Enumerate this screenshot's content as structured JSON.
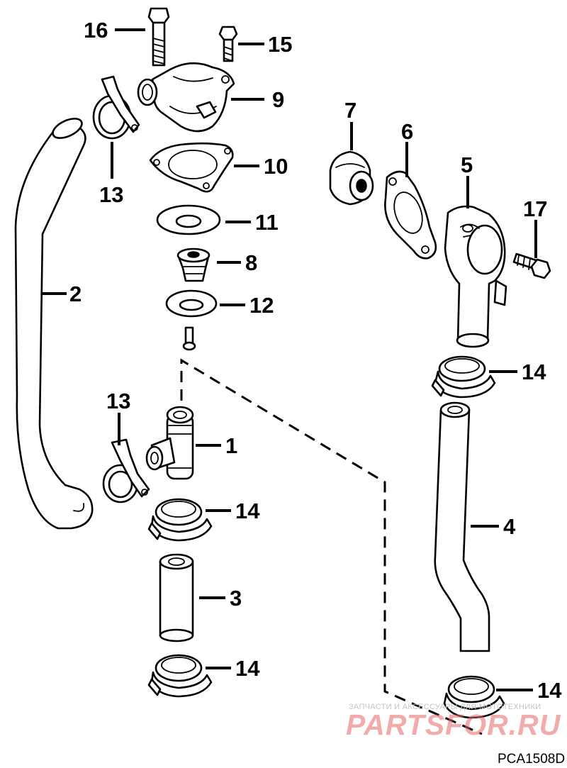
{
  "diagram": {
    "callouts": {
      "c1": "1",
      "c2": "2",
      "c3": "3",
      "c4": "4",
      "c5": "5",
      "c6": "6",
      "c7": "7",
      "c8": "8",
      "c9": "9",
      "c10": "10",
      "c11": "11",
      "c12": "12",
      "c13a": "13",
      "c13b": "13",
      "c14a": "14",
      "c14b": "14",
      "c14c": "14",
      "c14d": "14",
      "c15": "15",
      "c16": "16",
      "c17": "17"
    },
    "figure_code": "PCA1508D"
  },
  "watermark": {
    "line1": "ЗАПЧАСТИ И АКСЕССУАРЫ ДЛЯ МОТОТЕХНИКИ",
    "line2": "PARTSFOR.RU",
    "color": "#e46a6a"
  }
}
